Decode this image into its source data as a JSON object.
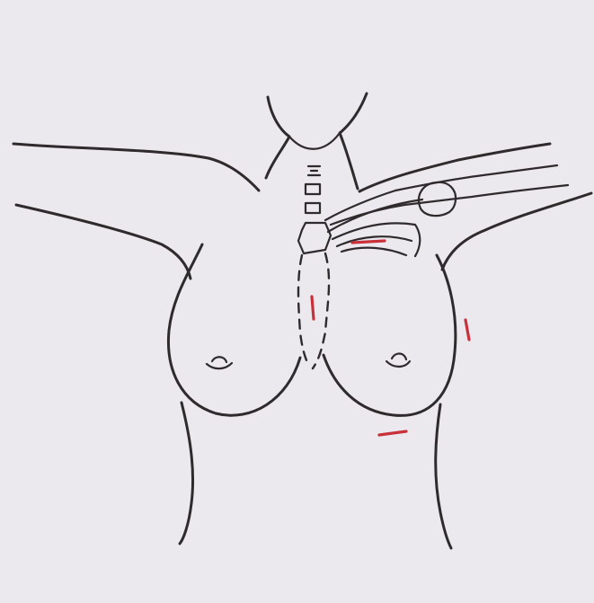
{
  "figure": {
    "background_color": "#ebe8ee",
    "line_color": "#2f2b2c",
    "incision_color": "#c8313a",
    "subject": "female-torso-anterior-view",
    "incision_marks": [
      "infraclavicular-incision",
      "parasternal-incision",
      "lateral-breast-incision",
      "inframammary-incision"
    ]
  }
}
